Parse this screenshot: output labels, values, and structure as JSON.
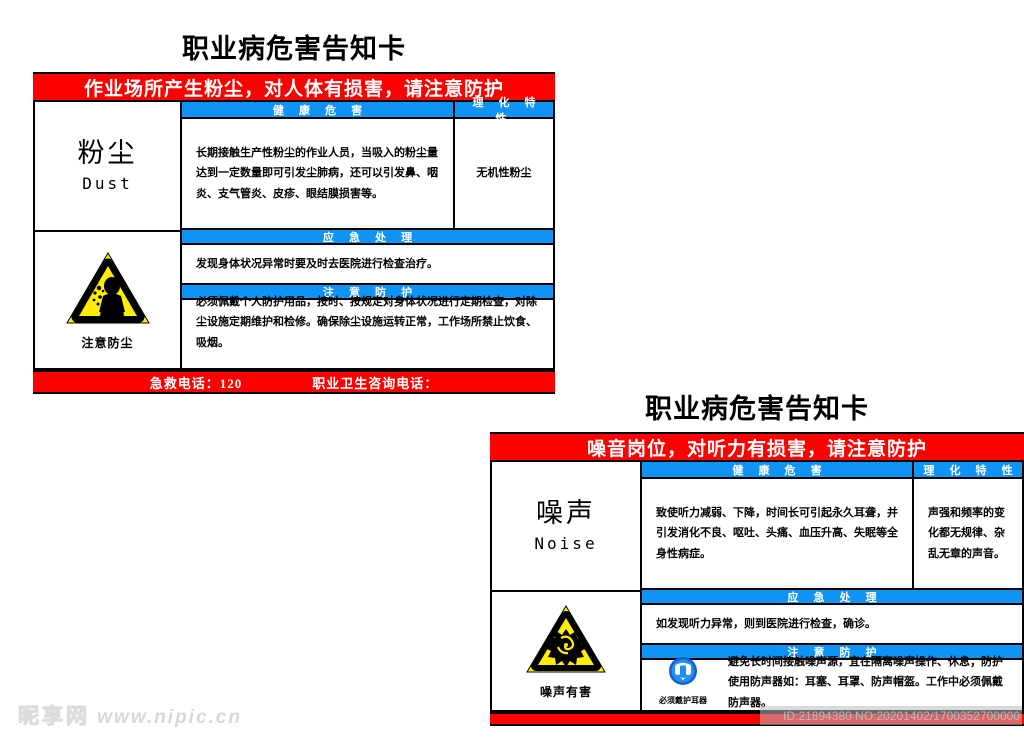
{
  "page": {
    "background_color": "#ffffff",
    "accent_red": "#fd0000",
    "accent_blue": "#0f94f5",
    "warning_yellow": "#ffee00"
  },
  "cards": [
    {
      "id": "dust",
      "title": "职业病危害告知卡",
      "banner": "作业场所产生粉尘，对人体有损害，请注意防护",
      "substance_cn": "粉尘",
      "substance_en": "Dust",
      "pictogram": {
        "icon_name": "dust-hazard-triangle-icon",
        "label": "注意防尘"
      },
      "headers": {
        "health_hazard": "健 康 危 害",
        "physical_props": "理 化 特 性",
        "emergency": "应 急 处 理",
        "protection": "注 意 防 护"
      },
      "health_hazard_text": "长期接触生产性粉尘的作业人员，当吸入的粉尘量达到一定数量即可引发尘肺病，还可以引发鼻、咽炎、支气管炎、皮疹、眼结膜损害等。",
      "physical_props_text": "无机性粉尘",
      "emergency_text": "发现身体状况异常时要及时去医院进行检查治疗。",
      "protection_text": "必须佩戴个人防护用品，按时、按规定对身体状况进行定期检查，对除尘设施定期维护和检修。确保除尘设施运转正常，工作场所禁止饮食、吸烟。",
      "footer": {
        "emergency_phone_label": "急救电话：120",
        "consult_phone_label": "职业卫生咨询电话："
      }
    },
    {
      "id": "noise",
      "title": "职业病危害告知卡",
      "banner": "噪音岗位，对听力有损害，请注意防护",
      "substance_cn": "噪声",
      "substance_en": "Noise",
      "pictogram": {
        "icon_name": "noise-hazard-triangle-icon",
        "label": "噪声有害"
      },
      "headers": {
        "health_hazard": "健 康 危 害",
        "physical_props": "理 化 特 性",
        "emergency": "应 急 处 理",
        "protection": "注 意 防 护"
      },
      "health_hazard_text": "致使听力减弱、下降，时间长可引起永久耳聋，并引发消化不良、呕吐、头痛、血压升高、失眠等全身性病症。",
      "physical_props_text": "声强和频率的变化都无规律、杂乱无章的声音。",
      "emergency_text": "如发现听力异常，则到医院进行检查，确诊。",
      "protection_text": "避免长时间接触噪声源，宜在隔离噪声操作、休息；防护使用防声器如：耳塞、耳罩、防声帽盔。工作中必须佩戴防声器。",
      "mandatory_icon": {
        "icon_name": "wear-ear-protection-icon",
        "label": "必须戴护耳器"
      }
    }
  ],
  "watermark": {
    "brand_cn": "昵享网",
    "brand_url": "www.nipic.cn",
    "id_text": "ID:21894380 NO:20201402/1700352700000"
  }
}
